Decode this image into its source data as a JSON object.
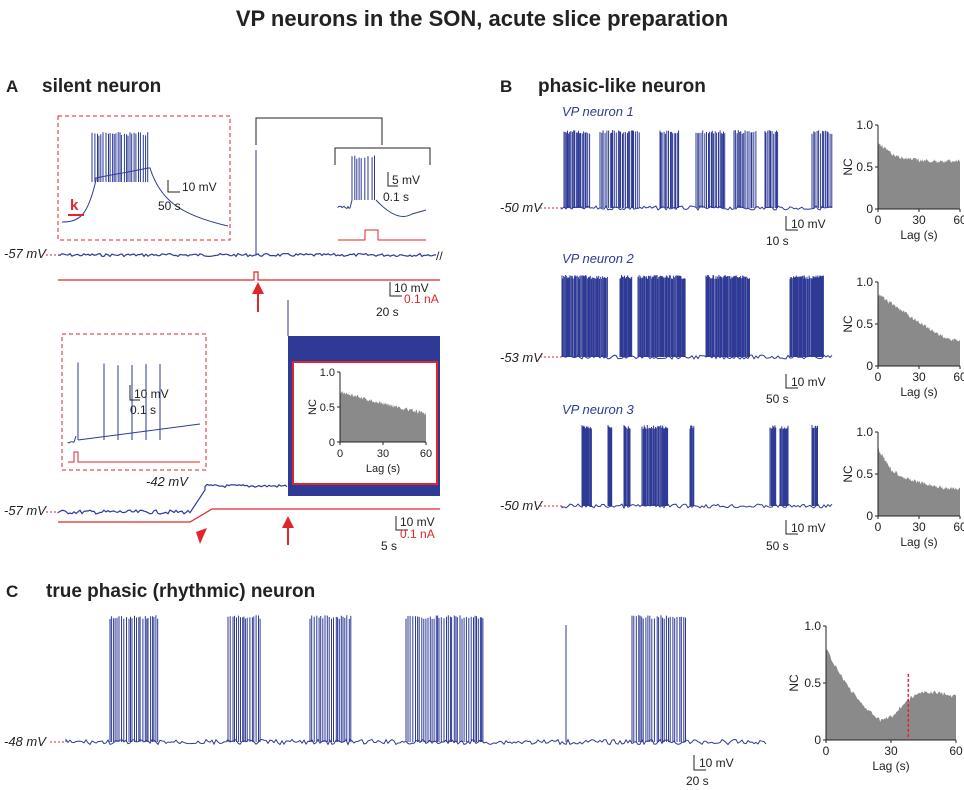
{
  "title": "VP neurons in the SON, acute slice preparation",
  "colors": {
    "trace": "#2e3a96",
    "stim": "#e0262b",
    "nc_fill": "#8a8a8a",
    "axis": "#222222"
  },
  "panel_a": {
    "letter": "A",
    "heading": "silent neuron",
    "top": {
      "vm": "-57 mV",
      "inset_stim_label": "k",
      "inset_scale": [
        "10 mV",
        "50 s"
      ],
      "small_inset_scale": [
        "5 mV",
        "0.1 s"
      ],
      "scale": [
        "10 mV",
        "0.1 nA",
        "20 s"
      ]
    },
    "bottom": {
      "vm": "-57 mV",
      "vm_depol": "-42 mV",
      "inset_scale": [
        "10 mV",
        "0.1 s"
      ],
      "scale": [
        "10 mV",
        "0.1 nA",
        "5 s"
      ]
    }
  },
  "panel_b": {
    "letter": "B",
    "heading": "phasic-like neuron",
    "neurons": [
      {
        "name": "VP neuron 1",
        "vm": "-50 mV",
        "scale": [
          "10 mV",
          "10 s"
        ]
      },
      {
        "name": "VP neuron 2",
        "vm": "-53 mV",
        "scale": [
          "10 mV",
          "50 s"
        ]
      },
      {
        "name": "VP neuron 3",
        "vm": "-50 mV",
        "scale": [
          "10 mV",
          "50 s"
        ]
      }
    ]
  },
  "panel_c": {
    "letter": "C",
    "heading": "true phasic (rhythmic) neuron",
    "vm": "-48 mV",
    "scale": [
      "10 mV",
      "20 s"
    ]
  },
  "autocorr_axis": {
    "ylabel": "NC",
    "xlabel": "Lag (s)",
    "yticks": [
      "0",
      "0.5",
      "1.0"
    ],
    "xticks": [
      "0",
      "30",
      "60"
    ]
  },
  "chart_data": [
    {
      "type": "area",
      "panel": "A-inset",
      "xlabel": "Lag (s)",
      "ylabel": "NC",
      "xlim": [
        0,
        60
      ],
      "ylim": [
        0,
        1.0
      ],
      "x": [
        0,
        10,
        20,
        30,
        40,
        50,
        60
      ],
      "y": [
        0.72,
        0.66,
        0.6,
        0.55,
        0.5,
        0.45,
        0.4
      ]
    },
    {
      "type": "area",
      "panel": "B1",
      "xlabel": "Lag (s)",
      "ylabel": "NC",
      "xlim": [
        0,
        60
      ],
      "ylim": [
        0,
        1.0
      ],
      "x": [
        0,
        10,
        20,
        30,
        40,
        50,
        60
      ],
      "y": [
        0.8,
        0.65,
        0.6,
        0.58,
        0.57,
        0.57,
        0.57
      ]
    },
    {
      "type": "area",
      "panel": "B2",
      "xlabel": "Lag (s)",
      "ylabel": "NC",
      "xlim": [
        0,
        60
      ],
      "ylim": [
        0,
        1.0
      ],
      "x": [
        0,
        10,
        20,
        30,
        40,
        50,
        60
      ],
      "y": [
        0.85,
        0.74,
        0.63,
        0.52,
        0.42,
        0.33,
        0.3
      ]
    },
    {
      "type": "area",
      "panel": "B3",
      "xlabel": "Lag (s)",
      "ylabel": "NC",
      "xlim": [
        0,
        60
      ],
      "ylim": [
        0,
        1.0
      ],
      "x": [
        0,
        10,
        20,
        30,
        40,
        50,
        60
      ],
      "y": [
        0.8,
        0.55,
        0.45,
        0.4,
        0.36,
        0.33,
        0.32
      ]
    },
    {
      "type": "area",
      "panel": "C",
      "xlabel": "Lag (s)",
      "ylabel": "NC",
      "xlim": [
        0,
        60
      ],
      "ylim": [
        0,
        1.0
      ],
      "x": [
        0,
        5,
        10,
        15,
        20,
        25,
        30,
        35,
        40,
        45,
        50,
        55,
        60
      ],
      "y": [
        0.8,
        0.62,
        0.48,
        0.35,
        0.25,
        0.17,
        0.2,
        0.3,
        0.38,
        0.42,
        0.42,
        0.4,
        0.38
      ],
      "marker_x": 38
    }
  ]
}
